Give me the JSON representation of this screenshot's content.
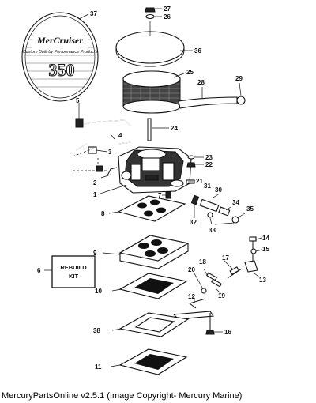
{
  "footer": {
    "text": "MercuryPartsOnline v2.5.1 (Image Copyright- Mercury Marine)"
  },
  "decal": {
    "brand": "MerCruiser",
    "tagline": "Custom Built by Performance Products",
    "number": "350"
  },
  "rebuild_kit": {
    "line1": "REBUILD",
    "line2": "KIT"
  },
  "callouts": {
    "n1": "1",
    "n2": "2",
    "n3": "3",
    "n4": "4",
    "n5": "5",
    "n6": "6",
    "n7": "7",
    "n8": "8",
    "n9": "9",
    "n10": "10",
    "n11": "11",
    "n12": "12",
    "n13": "13",
    "n14": "14",
    "n15": "15",
    "n16": "16",
    "n17": "17",
    "n18": "18",
    "n19": "19",
    "n20": "20",
    "n21": "21",
    "n22": "22",
    "n23": "23",
    "n24": "24",
    "n25": "25",
    "n26": "26",
    "n27": "27",
    "n28": "28",
    "n29": "29",
    "n30": "30",
    "n31": "31",
    "n32": "32",
    "n33": "33",
    "n34": "34",
    "n35": "35",
    "n36": "36",
    "n37": "37",
    "n38": "38"
  }
}
